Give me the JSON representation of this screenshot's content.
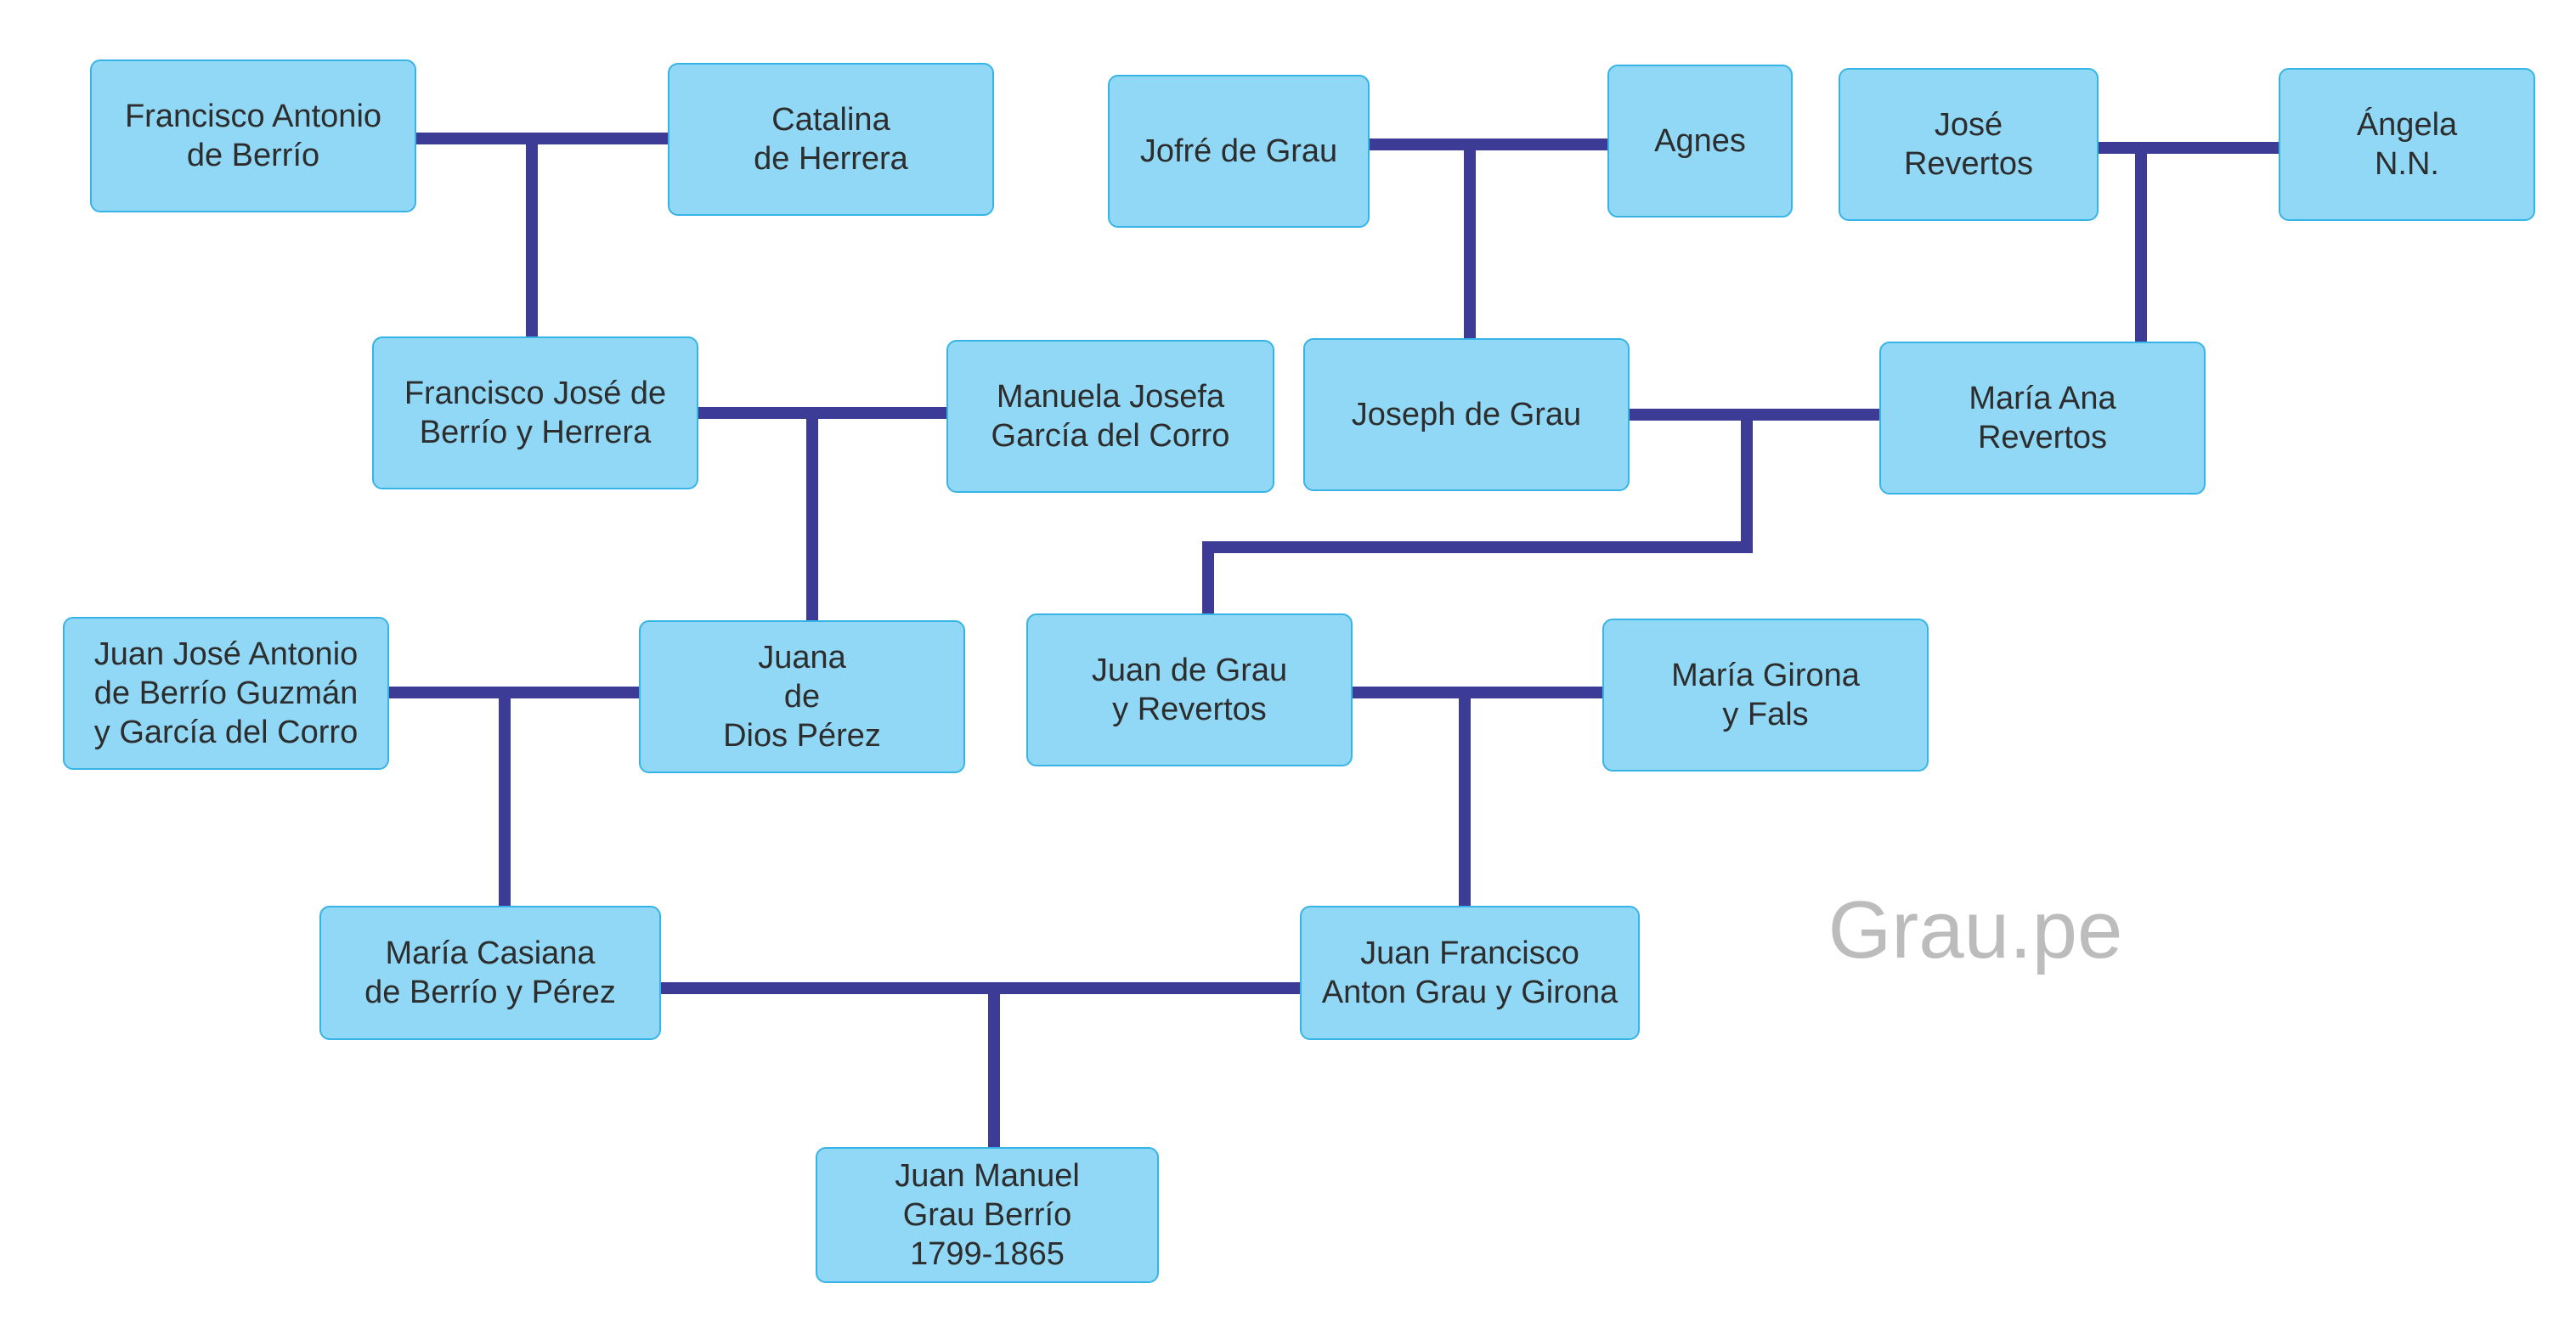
{
  "colors": {
    "node_fill": "#90d8f6",
    "node_border": "#37b4e6",
    "connector": "#3c3c96",
    "text": "#2d2d2d",
    "watermark": "#bcbcbc"
  },
  "watermark": "Grau.pe",
  "people": {
    "francisco_antonio": "Francisco Antonio\nde Berrío",
    "catalina": "Catalina\nde Herrera",
    "jofre": "Jofré de Grau",
    "agnes": "Agnes",
    "jose_revertos": "José\nRevertos",
    "angela": "Ángela\nN.N.",
    "francisco_jose": "Francisco José de\nBerrío y Herrera",
    "manuela_josefa": "Manuela Josefa\nGarcía del Corro",
    "joseph": "Joseph de Grau",
    "maria_ana": "María Ana\nRevertos",
    "juan_jose_antonio": "Juan José Antonio\nde Berrío Guzmán\ny García del Corro",
    "juana": "Juana\nde\nDios Pérez",
    "juan_de_grau": "Juan de Grau\ny Revertos",
    "maria_girona": "María Girona\ny Fals",
    "maria_casiana": "María Casiana\nde Berrío y Pérez",
    "juan_francisco": "Juan Francisco\nAnton Grau y Girona",
    "juan_manuel": "Juan Manuel\nGrau Berrío\n1799-1865"
  }
}
